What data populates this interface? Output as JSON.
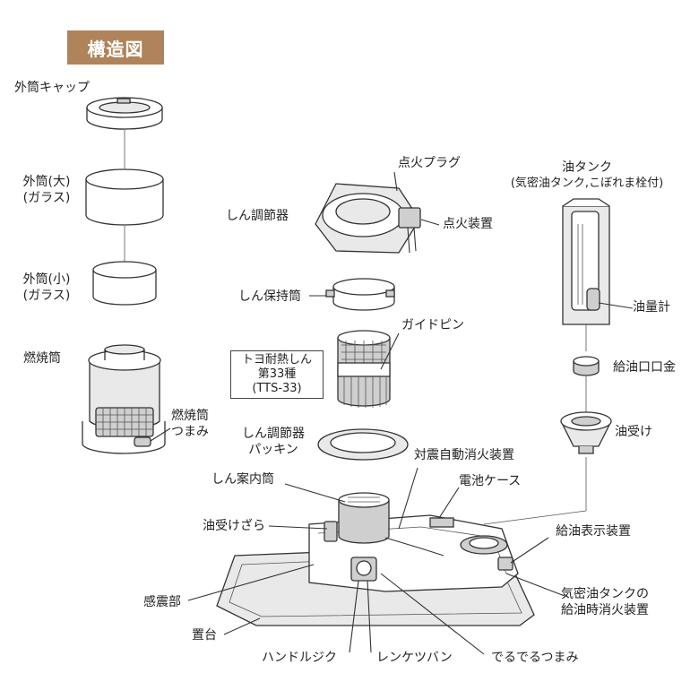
{
  "title": "構造図",
  "labels": {
    "outer_cap": "外筒キャップ",
    "outer_large_1": "外筒(大)",
    "outer_large_2": "(ガラス)",
    "outer_small_1": "外筒(小)",
    "outer_small_2": "(ガラス)",
    "combustion": "燃焼筒",
    "combustion_knob_1": "燃焼筒",
    "combustion_knob_2": "つまみ",
    "wick_adjuster": "しん調節器",
    "ignition_plug": "点火プラグ",
    "ignition_device": "点火装置",
    "wick_holder": "しん保持筒",
    "guide_pin": "ガイドピン",
    "wick_1": "トヨ耐熱しん",
    "wick_2": "第33種",
    "wick_3": "(TTS-33)",
    "packing_1": "しん調節器",
    "packing_2": "パッキン",
    "tank_1": "油タンク",
    "tank_2": "(気密油タンク,こぼれま栓付)",
    "oil_gauge": "油量計",
    "filler_cap": "給油口口金",
    "oil_receiver": "油受け",
    "seismic_extinguisher": "対震自動消火装置",
    "battery_case": "電池ケース",
    "wick_guide": "しん案内筒",
    "oil_tray": "油受けざら",
    "refuel_indicator": "給油表示装置",
    "seismic_sensor": "感震部",
    "refuel_extinguisher_1": "気密油タンクの",
    "refuel_extinguisher_2": "給油時消火装置",
    "base": "置台",
    "handle_jig": "ハンドルジク",
    "linkage": "レンケツバン",
    "knob": "でるでるつまみ"
  }
}
